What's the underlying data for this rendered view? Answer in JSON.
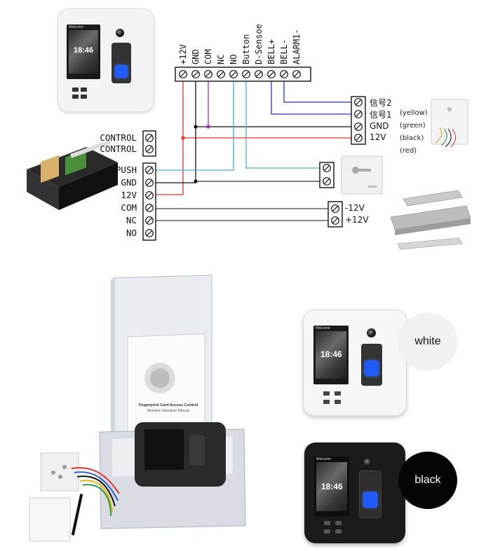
{
  "terminal_strip_labels": [
    "+12V",
    "GND",
    "COM",
    "NC",
    "NO",
    "Button",
    "D-Sensoe",
    "BELL+",
    "BELL-",
    "ALARM1-"
  ],
  "controller_labels": [
    "CONTROL",
    "CONTROL",
    "PUSH",
    "GND",
    "12V",
    "COM",
    "NC",
    "NO"
  ],
  "doorbell_terminal_labels": [
    "信号2",
    "信号1",
    "GND",
    "12V"
  ],
  "doorbell_color_labels": [
    "(yellow)",
    "(green)",
    "(black)",
    "(red)"
  ],
  "lock_terminal_labels": [
    "-12V",
    "+12V"
  ],
  "device_clock": "18:46",
  "device_welcome": "Welcome",
  "box_manual_title": "Fingerprint Card Access Control",
  "box_manual_subtitle": "Machine Operation Manual",
  "variants": [
    {
      "label": "white"
    },
    {
      "label": "black"
    }
  ],
  "colors": {
    "wire_red": "#e8332d",
    "wire_blue": "#2533c8",
    "wire_purple": "#9b2fc0",
    "wire_lightblue": "#4aa9dc",
    "wire_black": "#111111",
    "wire_gray": "#555555"
  }
}
